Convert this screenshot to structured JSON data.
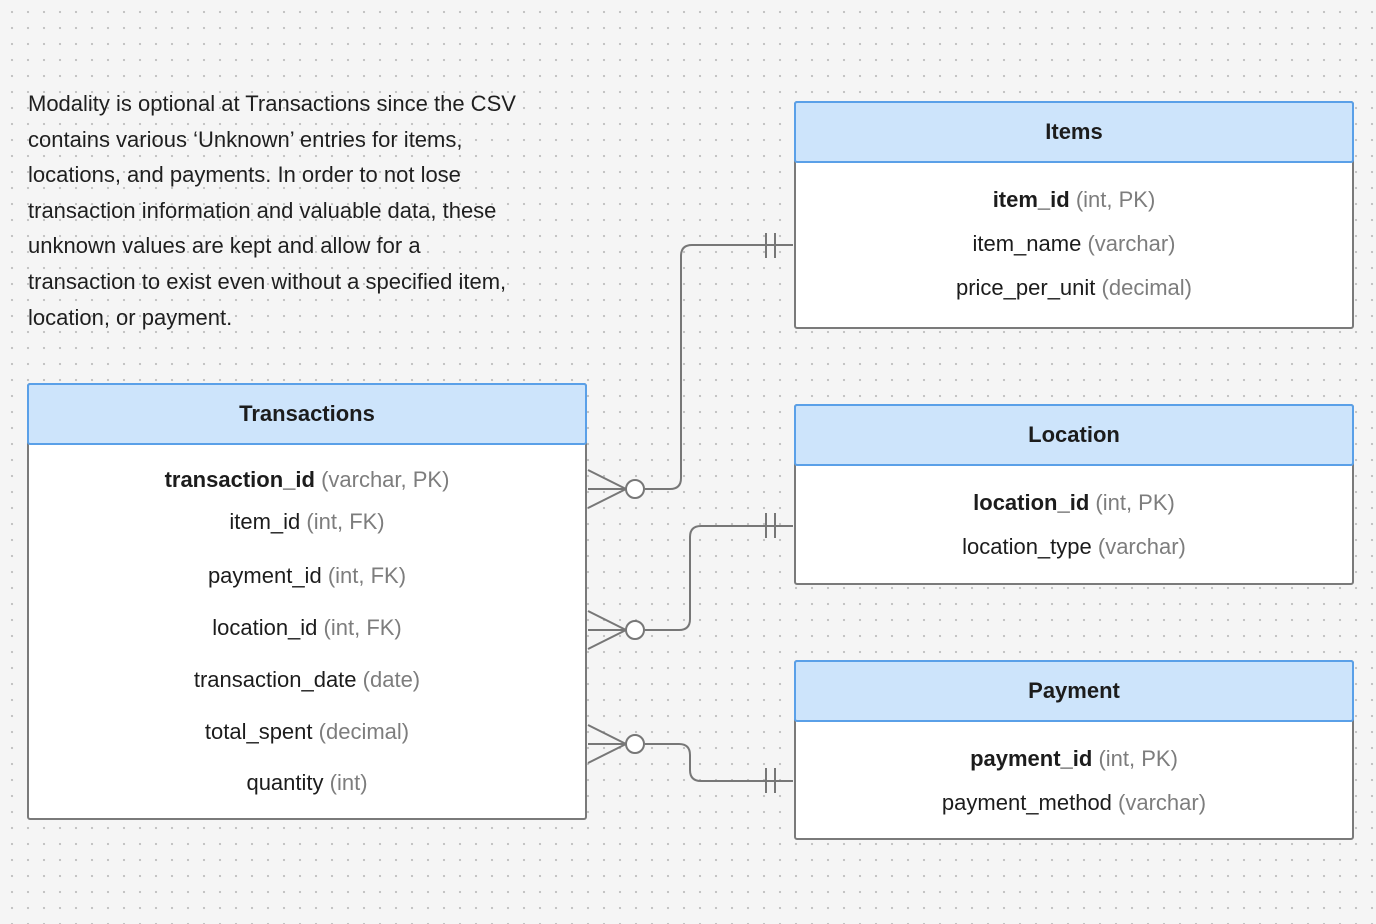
{
  "note": {
    "lines": [
      "Modality is optional at Transactions since the CSV",
      "contains various ‘Unknown’ entries for items,",
      "locations, and payments. In order to not lose",
      "transaction information and valuable data, these",
      "unknown values are kept and allow for a",
      "transaction to exist even without a specified item,",
      "location, or payment."
    ]
  },
  "entities": {
    "transactions": {
      "title": "Transactions",
      "attributes": [
        {
          "name": "transaction_id",
          "type": "(varchar, PK)",
          "pk": true
        },
        {
          "name": "item_id",
          "type": "(int, FK)",
          "pk": false
        },
        {
          "name": "payment_id",
          "type": "(int, FK)",
          "pk": false
        },
        {
          "name": "location_id",
          "type": "(int, FK)",
          "pk": false
        },
        {
          "name": "transaction_date",
          "type": "(date)",
          "pk": false
        },
        {
          "name": "total_spent",
          "type": "(decimal)",
          "pk": false
        },
        {
          "name": "quantity",
          "type": "(int)",
          "pk": false
        }
      ]
    },
    "items": {
      "title": "Items",
      "attributes": [
        {
          "name": "item_id",
          "type": "(int, PK)",
          "pk": true
        },
        {
          "name": "item_name",
          "type": "(varchar)",
          "pk": false
        },
        {
          "name": "price_per_unit",
          "type": "(decimal)",
          "pk": false
        }
      ]
    },
    "location": {
      "title": "Location",
      "attributes": [
        {
          "name": "location_id",
          "type": "(int, PK)",
          "pk": true
        },
        {
          "name": "location_type",
          "type": "(varchar)",
          "pk": false
        }
      ]
    },
    "payment": {
      "title": "Payment",
      "attributes": [
        {
          "name": "payment_id",
          "type": "(int, PK)",
          "pk": true
        },
        {
          "name": "payment_method",
          "type": "(varchar)",
          "pk": false
        }
      ]
    }
  },
  "relationships": [
    {
      "from": "transactions",
      "to": "items",
      "from_end": "zero-or-many",
      "to_end": "exactly-one"
    },
    {
      "from": "transactions",
      "to": "location",
      "from_end": "zero-or-many",
      "to_end": "exactly-one"
    },
    {
      "from": "transactions",
      "to": "payment",
      "from_end": "zero-or-many",
      "to_end": "exactly-one"
    }
  ],
  "colors": {
    "header_fill": "#cde4fb",
    "header_border": "#5aa0e8",
    "box_border": "#7a7a7a",
    "connector": "#777777",
    "type_text": "#7d7d7d"
  }
}
